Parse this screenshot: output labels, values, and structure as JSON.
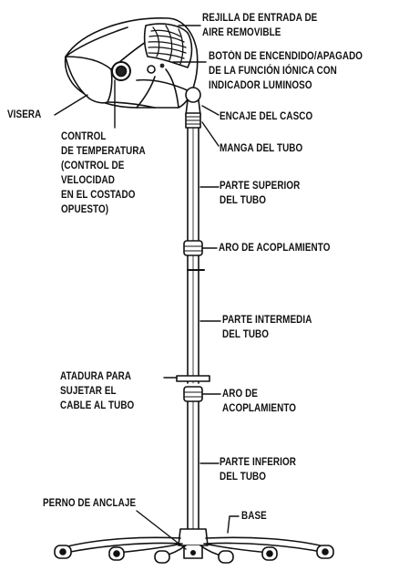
{
  "labels": {
    "rejilla": [
      "REJILLA DE ENTRADA DE",
      "AIRE REMOVIBLE"
    ],
    "boton": [
      "BOTÓN DE ENCENDIDO/APAGADO",
      "DE LA FUNCIÓN IÓNICA CON",
      "INDICADOR LUMINOSO"
    ],
    "visera": [
      "VISERA"
    ],
    "encaje": [
      "ENCAJE DEL CASCO"
    ],
    "control": [
      "CONTROL",
      "DE TEMPERATURA",
      "(CONTROL DE",
      "VELOCIDAD",
      "EN EL COSTADO",
      "OPUESTO)"
    ],
    "manga": [
      "MANGA DEL TUBO"
    ],
    "parte_superior": [
      "PARTE SUPERIOR",
      "DEL TUBO"
    ],
    "aro1": [
      "ARO DE ACOPLAMIENTO"
    ],
    "parte_intermedia": [
      "PARTE INTERMEDIA",
      "DEL TUBO"
    ],
    "atadura": [
      "ATADURA PARA",
      "SUJETAR EL",
      "CABLE AL TUBO"
    ],
    "aro2": [
      "ARO DE",
      "ACOPLAMIENTO"
    ],
    "parte_inferior": [
      "PARTE INFERIOR",
      "DEL TUBO"
    ],
    "perno": [
      "PERNO DE ANCLAJE"
    ],
    "base": [
      "BASE"
    ]
  }
}
